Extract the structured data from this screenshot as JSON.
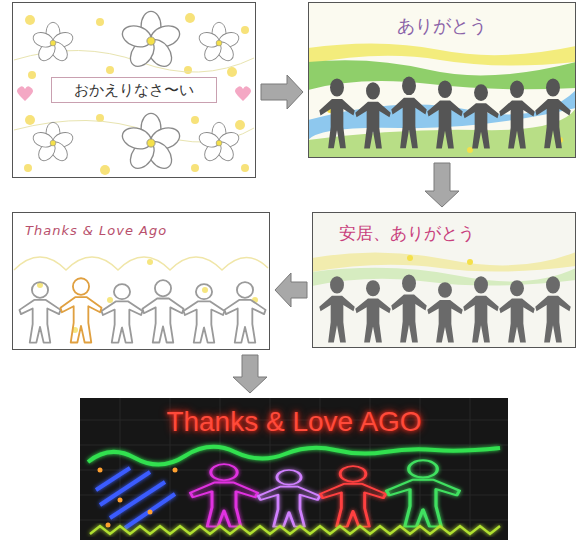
{
  "diagram": {
    "nodes": [
      {
        "text": [
          "おかえりなさ〜い"
        ]
      },
      {
        "text": [
          "ありがとう"
        ]
      },
      {
        "text": [
          "安居、ありがとう"
        ]
      },
      {
        "text": [
          "Thanks & Love Ago"
        ]
      },
      {
        "text": [
          "Thanks & Love AGO"
        ]
      }
    ],
    "edges": [
      {
        "from": 0,
        "to": 1,
        "arrow": "to"
      },
      {
        "from": 1,
        "to": 2,
        "arrow": "to"
      },
      {
        "from": 2,
        "to": 3,
        "arrow": "to"
      },
      {
        "from": 3,
        "to": 4,
        "arrow": "to"
      }
    ]
  }
}
